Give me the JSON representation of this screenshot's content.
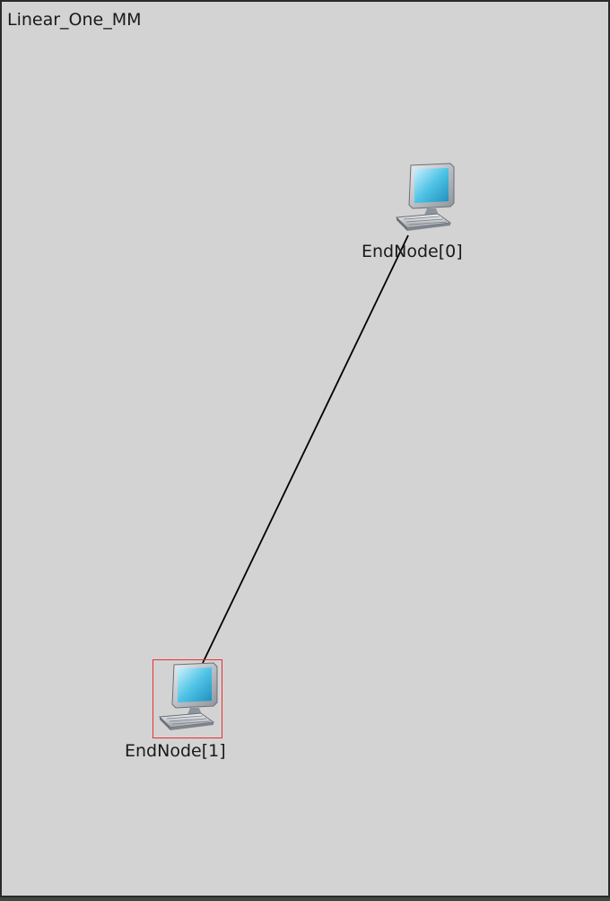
{
  "network": {
    "title": "Linear_One_MM"
  },
  "nodes": [
    {
      "label": "EndNode[0]",
      "icon": "desktop-computer-icon",
      "selected": false
    },
    {
      "label": "EndNode[1]",
      "icon": "desktop-computer-icon",
      "selected": true
    }
  ],
  "links": [
    {
      "from": "EndNode[0]",
      "to": "EndNode[1]"
    }
  ],
  "colors": {
    "canvas": "#d3d3d3",
    "selection": "#e83030",
    "link": "#000000",
    "screen": "#4fc3e6"
  }
}
